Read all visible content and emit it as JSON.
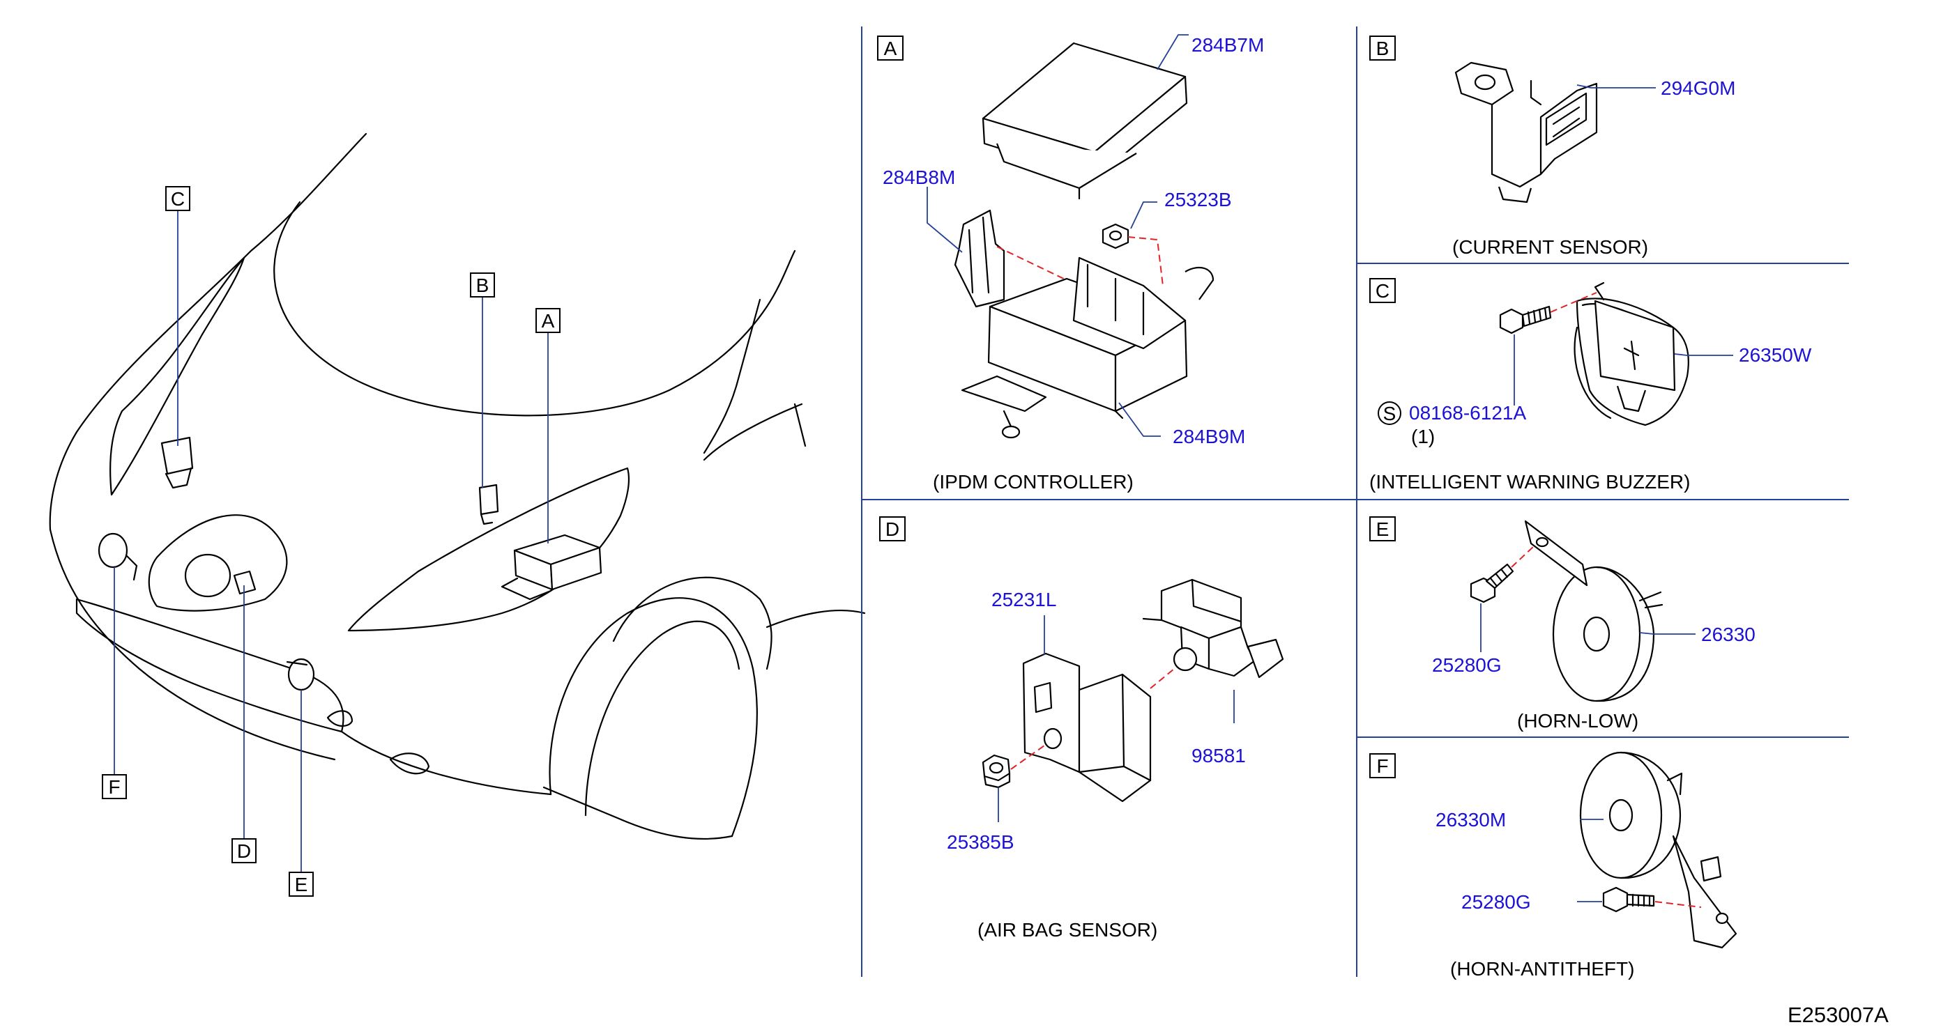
{
  "diagram_id": "E253007A",
  "sections": {
    "A": {
      "letter": "A",
      "title": "(IPDM   CONTROLLER)",
      "parts": [
        "284B7M",
        "284B8M",
        "25323B",
        "284B9M"
      ]
    },
    "B": {
      "letter": "B",
      "title": "(CURRENT   SENSOR)",
      "parts": [
        "294G0M"
      ]
    },
    "C": {
      "letter": "C",
      "title": "(INTELLIGENT   WARNING   BUZZER)",
      "parts": [
        "26350W",
        "08168-6121A"
      ],
      "screw_symbol": "S",
      "qty": "(1)"
    },
    "D": {
      "letter": "D",
      "title": "(AIR   BAG   SENSOR)",
      "parts": [
        "25231L",
        "98581",
        "25385B"
      ]
    },
    "E": {
      "letter": "E",
      "title": "(HORN-LOW)",
      "parts": [
        "26330",
        "25280G"
      ]
    },
    "F": {
      "letter": "F",
      "title": "(HORN-ANTITHEFT)",
      "parts": [
        "26330M",
        "25280G"
      ]
    }
  },
  "car_callouts": [
    "A",
    "B",
    "C",
    "D",
    "E",
    "F"
  ],
  "colors": {
    "part_number": "#1c12d6",
    "leader_line": "#24419a",
    "guide_dash": "#e0242a",
    "ink": "#000000"
  }
}
